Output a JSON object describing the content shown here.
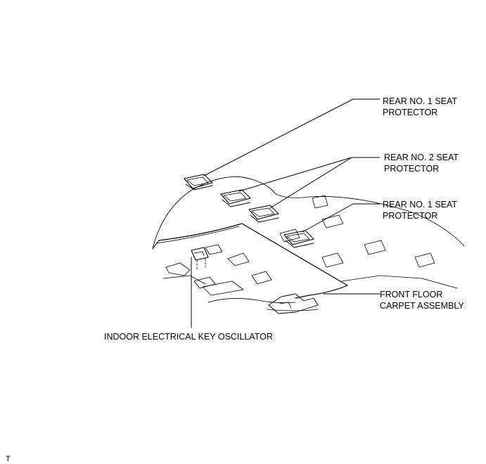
{
  "labels": {
    "rear_no1_top": {
      "line1": "REAR NO. 1 SEAT",
      "line2": "PROTECTOR"
    },
    "rear_no2": {
      "line1": "REAR NO. 2 SEAT",
      "line2": "PROTECTOR"
    },
    "rear_no1_bottom": {
      "line1": "REAR NO. 1 SEAT",
      "line2": "PROTECTOR"
    },
    "front_floor_carpet": {
      "line1": "FRONT FLOOR",
      "line2": "CARPET ASSEMBLY"
    },
    "oscillator": "INDOOR ELECTRICAL KEY OSCILLATOR"
  },
  "corner_mark": "T",
  "colors": {
    "ink": "#000000",
    "background": "#ffffff"
  }
}
